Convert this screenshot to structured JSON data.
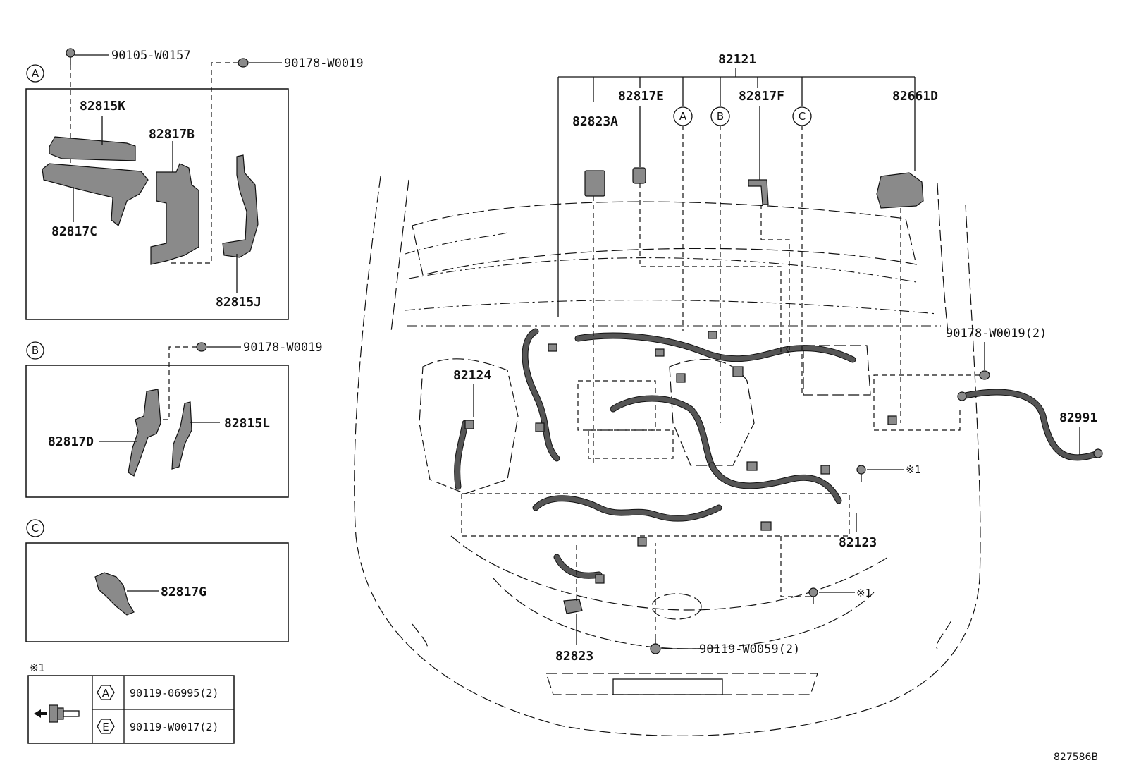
{
  "callouts": {
    "a": "A",
    "b": "B",
    "c": "C"
  },
  "parts": {
    "p90105_W0157": "90105-W0157",
    "p90178_W0019_a": "90178-W0019",
    "p82815K": "82815K",
    "p82817B": "82817B",
    "p82817C": "82817C",
    "p82815J": "82815J",
    "p90178_W0019_b": "90178-W0019",
    "p82817D": "82817D",
    "p82815L": "82815L",
    "p82817G": "82817G",
    "p82121": "82121",
    "p82817E": "82817E",
    "p82817F": "82817F",
    "p82661D": "82661D",
    "p82823A": "82823A",
    "p82124": "82124",
    "p90178_W0019_2": "90178-W0019(2)",
    "p82991": "82991",
    "p82123": "82123",
    "p82823": "82823",
    "p90119_W0059_2": "90119-W0059(2)"
  },
  "notes": {
    "ref_mark": "※1",
    "ref_mark_a": "※1",
    "ref_mark_b": "※1"
  },
  "legend": {
    "title": "※1",
    "row1_symbol": "A",
    "row1_part": "90119-06995(2)",
    "row2_symbol": "E",
    "row2_part": "90119-W0017(2)"
  },
  "footer": {
    "diagram_id": "827586B"
  }
}
